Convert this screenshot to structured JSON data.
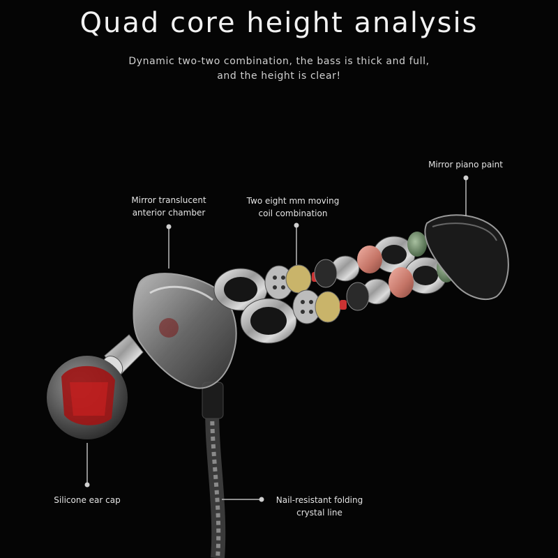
{
  "header": {
    "title": "Quad core height analysis",
    "subtitle_line1": "Dynamic two-two combination, the bass is thick and full,",
    "subtitle_line2": "and the height is clear!"
  },
  "callouts": {
    "piano_paint": "Mirror piano paint",
    "chamber_line1": "Mirror translucent",
    "chamber_line2": "anterior chamber",
    "coil_line1": "Two eight mm moving",
    "coil_line2": "coil combination",
    "ear_cap": "Silicone ear cap",
    "crystal_line1": "Nail-resistant folding",
    "crystal_line2": "crystal line"
  },
  "colors": {
    "background": "#050505",
    "metal": "#c9c9c9",
    "copper": "#d98b7e",
    "green": "#6e8a6a",
    "ear_cap_red": "#b01818"
  }
}
